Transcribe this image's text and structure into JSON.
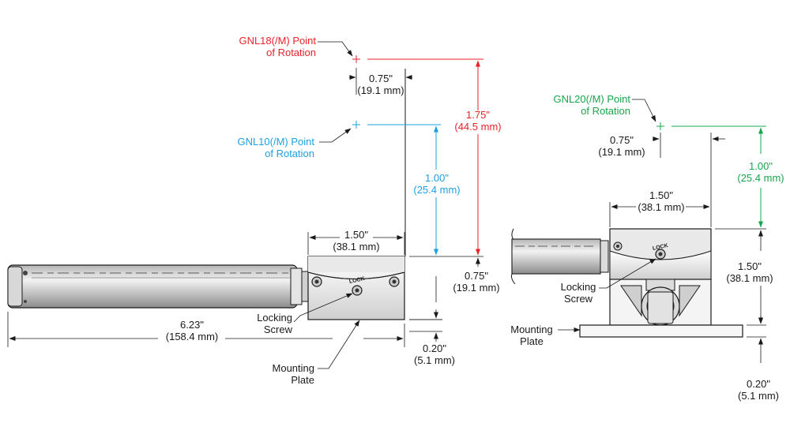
{
  "colors": {
    "red": "#e8232a",
    "blue": "#1da1e0",
    "green": "#17a54b",
    "line": "#1a1a1a"
  },
  "left_view": {
    "gnl18_point": [
      "GNL18(/M) Point",
      "of Rotation"
    ],
    "gnl10_point": [
      "GNL10(/M) Point",
      "of Rotation"
    ],
    "dim_075_top": [
      "0.75\"",
      "(19.1 mm)"
    ],
    "dim_175": [
      "1.75\"",
      "(44.5 mm)"
    ],
    "dim_100": [
      "1.00\"",
      "(25.4 mm)"
    ],
    "dim_150": [
      "1.50\"",
      "(38.1 mm)"
    ],
    "dim_075_right": [
      "0.75\"",
      "(19.1 mm)"
    ],
    "dim_623": [
      "6.23\"",
      "(158.4 mm)"
    ],
    "dim_020": [
      "0.20\"",
      "(5.1 mm)"
    ],
    "locking_screw": [
      "Locking",
      "Screw"
    ],
    "mounting_plate": [
      "Mounting",
      "Plate"
    ],
    "lock_mark": "LOCK"
  },
  "right_view": {
    "gnl20_point": [
      "GNL20(/M) Point",
      "of Rotation"
    ],
    "dim_075": [
      "0.75\"",
      "(19.1 mm)"
    ],
    "dim_100": [
      "1.00\"",
      "(25.4 mm)"
    ],
    "dim_150_top": [
      "1.50\"",
      "(38.1 mm)"
    ],
    "dim_150_right": [
      "1.50\"",
      "(38.1 mm)"
    ],
    "dim_020": [
      "0.20\"",
      "(5.1 mm)"
    ],
    "locking_screw": [
      "Locking",
      "Screw"
    ],
    "mounting_plate": [
      "Mounting",
      "Plate"
    ],
    "lock_mark": "LOCK"
  }
}
